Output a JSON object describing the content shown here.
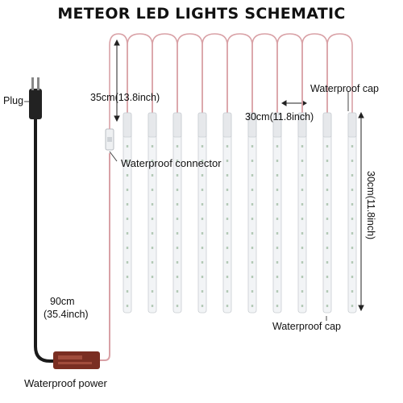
{
  "title": "METEOR LED LIGHTS SCHEMATIC",
  "labels": {
    "plug": "Plug",
    "length_35": "35cm(13.8inch)",
    "waterproof_cap_top": "Waterproof cap",
    "spacing_30": "30cm(11.8inch)",
    "waterproof_connector": "Waterproof connector",
    "tube_length": "30cm(11.8inch)",
    "cable_90": "90cm",
    "cable_90_inch": "(35.4inch)",
    "waterproof_cap_bottom": "Waterproof cap",
    "waterproof_power": "Waterproof power"
  },
  "tube_count": 10,
  "colors": {
    "tube": "#f2f4f6",
    "tube_outline": "#c9cdd2",
    "wire": "#d9a1a6",
    "cable": "#1a1a1a",
    "led": "#9ab89c",
    "adapter": "#7a2e22"
  }
}
